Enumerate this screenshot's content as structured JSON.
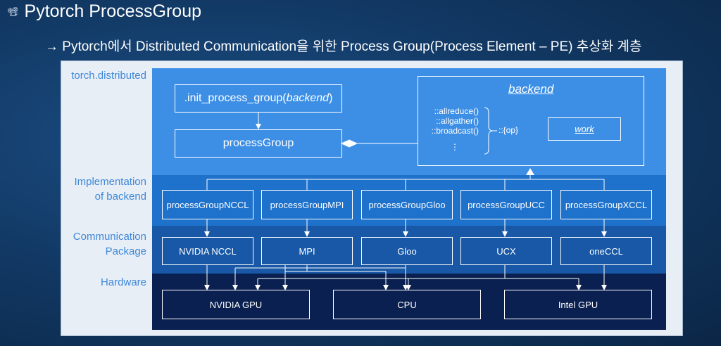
{
  "slide": {
    "bullet": "📽",
    "title": "Pytorch ProcessGroup",
    "subtitle": "→ Pytorch에서 Distributed Communication을 위한 Process Group(Process Element – PE) 추상화 계층"
  },
  "diagram": {
    "layers": {
      "torch_distributed": "torch.distributed",
      "implementation_line1": "Implementation",
      "implementation_line2": "of backend",
      "communication_line1": "Communication",
      "communication_line2": "Package",
      "hardware": "Hardware"
    },
    "init_call": {
      "prefix": ".init_process_group(",
      "arg": "backend",
      "suffix": ")"
    },
    "process_group": "processGroup",
    "backend": {
      "title": "backend",
      "ops": [
        "::allreduce()",
        "::allgather()",
        "::broadcast()"
      ],
      "ellipsis": "⋮",
      "op_label": "::{op}",
      "work": "work"
    },
    "implementations": [
      "processGroupNCCL",
      "processGroupMPI",
      "processGroupGloo",
      "processGroupUCC",
      "processGroupXCCL"
    ],
    "packages": [
      "NVIDIA NCCL",
      "MPI",
      "Gloo",
      "UCX",
      "oneCCL"
    ],
    "hardware": [
      "NVIDIA GPU",
      "CPU",
      "Intel GPU"
    ]
  }
}
